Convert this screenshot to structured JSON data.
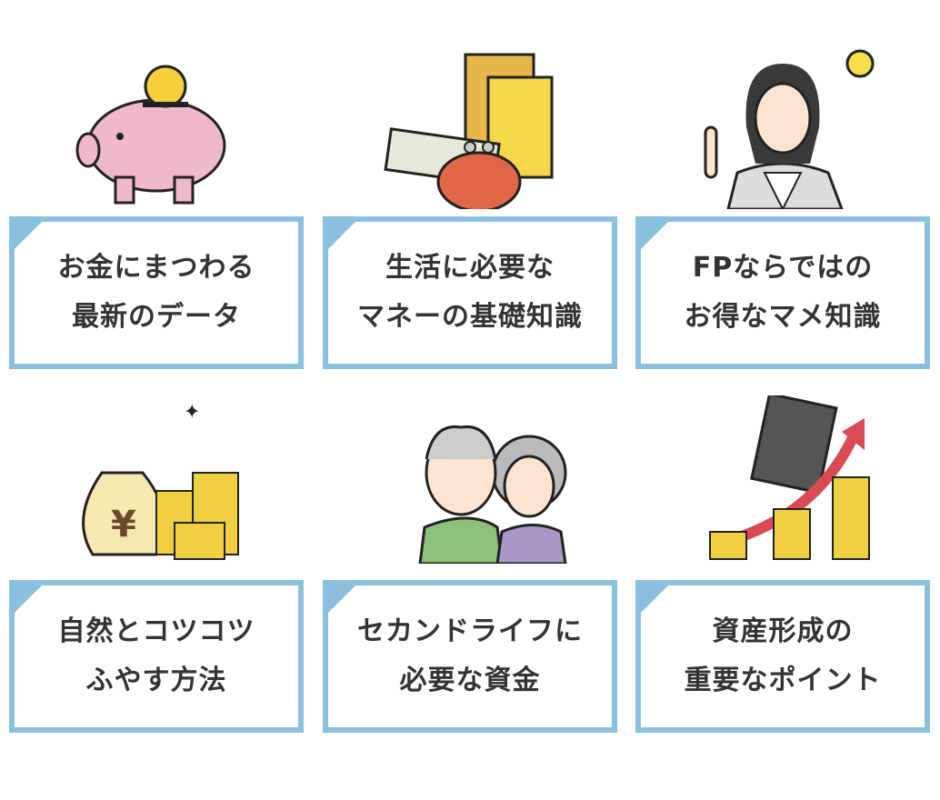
{
  "items": [
    {
      "line1": "お金にまつわる",
      "line2": "最新のデータ",
      "icon": "piggy-bank-icon"
    },
    {
      "line1": "生活に必要な",
      "line2": "マネーの基礎知識",
      "icon": "books-money-icon"
    },
    {
      "line1": "FPならではの",
      "line2": "お得なマメ知識",
      "icon": "advisor-lightbulb-icon"
    },
    {
      "line1": "自然とコツコツ",
      "line2": "ふやす方法",
      "icon": "money-bag-coins-icon"
    },
    {
      "line1": "セカンドライフに",
      "line2": "必要な資金",
      "icon": "senior-couple-icon"
    },
    {
      "line1": "資産形成の",
      "line2": "重要なポイント",
      "icon": "calculator-growth-icon"
    }
  ],
  "colors": {
    "border": "#8ac0de",
    "text": "#333333"
  }
}
